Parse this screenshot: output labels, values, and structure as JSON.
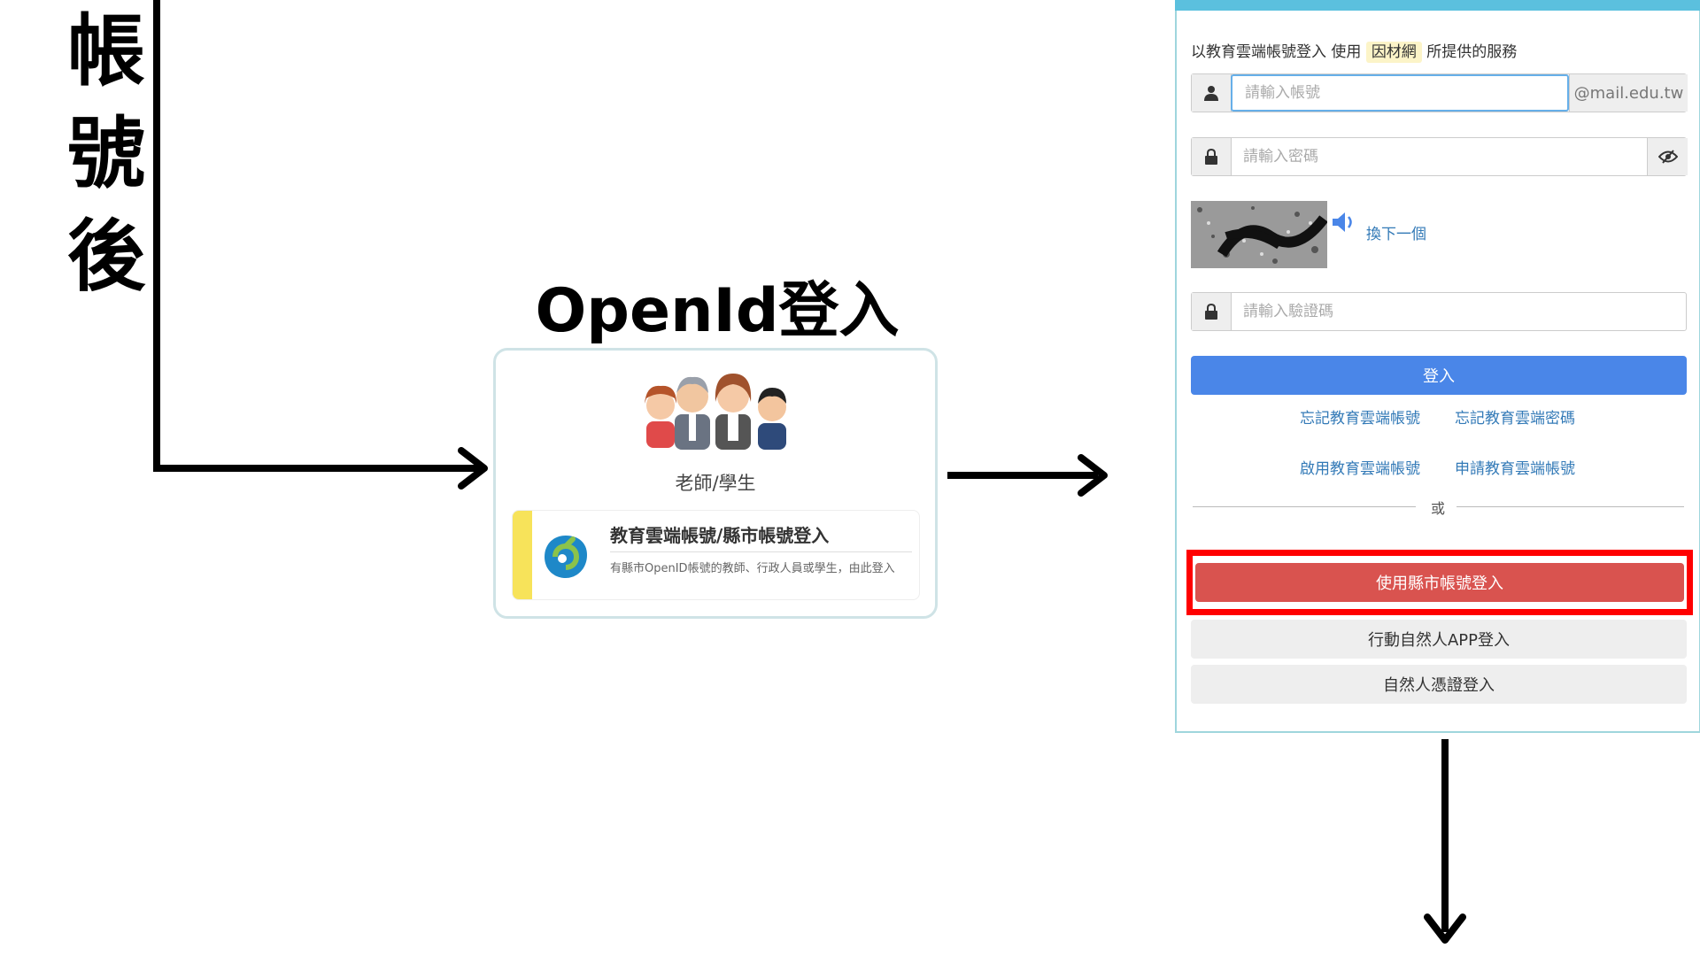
{
  "heading_vertical": [
    "帳",
    "號",
    "後"
  ],
  "openid": {
    "heading": "OpenId登入",
    "role_label": "老師/學生",
    "option_title": "教育雲端帳號/縣市帳號登入",
    "option_desc": "有縣市OpenID帳號的教師、行政人員或學生，由此登入"
  },
  "login": {
    "service_prefix": "以教育雲端帳號登入 使用",
    "service_name": "因材網",
    "service_suffix": "所提供的服務",
    "account_placeholder": "請輸入帳號",
    "account_suffix": "@mail.edu.tw",
    "password_placeholder": "請輸入密碼",
    "captcha_refresh": "換下一個",
    "captcha_placeholder": "請輸入驗證碼",
    "login_button": "登入",
    "links": {
      "forgot_account": "忘記教育雲端帳號",
      "forgot_password": "忘記教育雲端密碼",
      "activate_account": "啟用教育雲端帳號",
      "apply_account": "申請教育雲端帳號"
    },
    "or_label": "或",
    "county_login": "使用縣市帳號登入",
    "app_login": "行動自然人APP登入",
    "cert_login": "自然人憑證登入"
  },
  "colors": {
    "primary": "#4a86e8",
    "danger": "#d9534f",
    "highlight_box": "#ff0000",
    "panel_top": "#5bc0de",
    "link": "#337ab7"
  }
}
